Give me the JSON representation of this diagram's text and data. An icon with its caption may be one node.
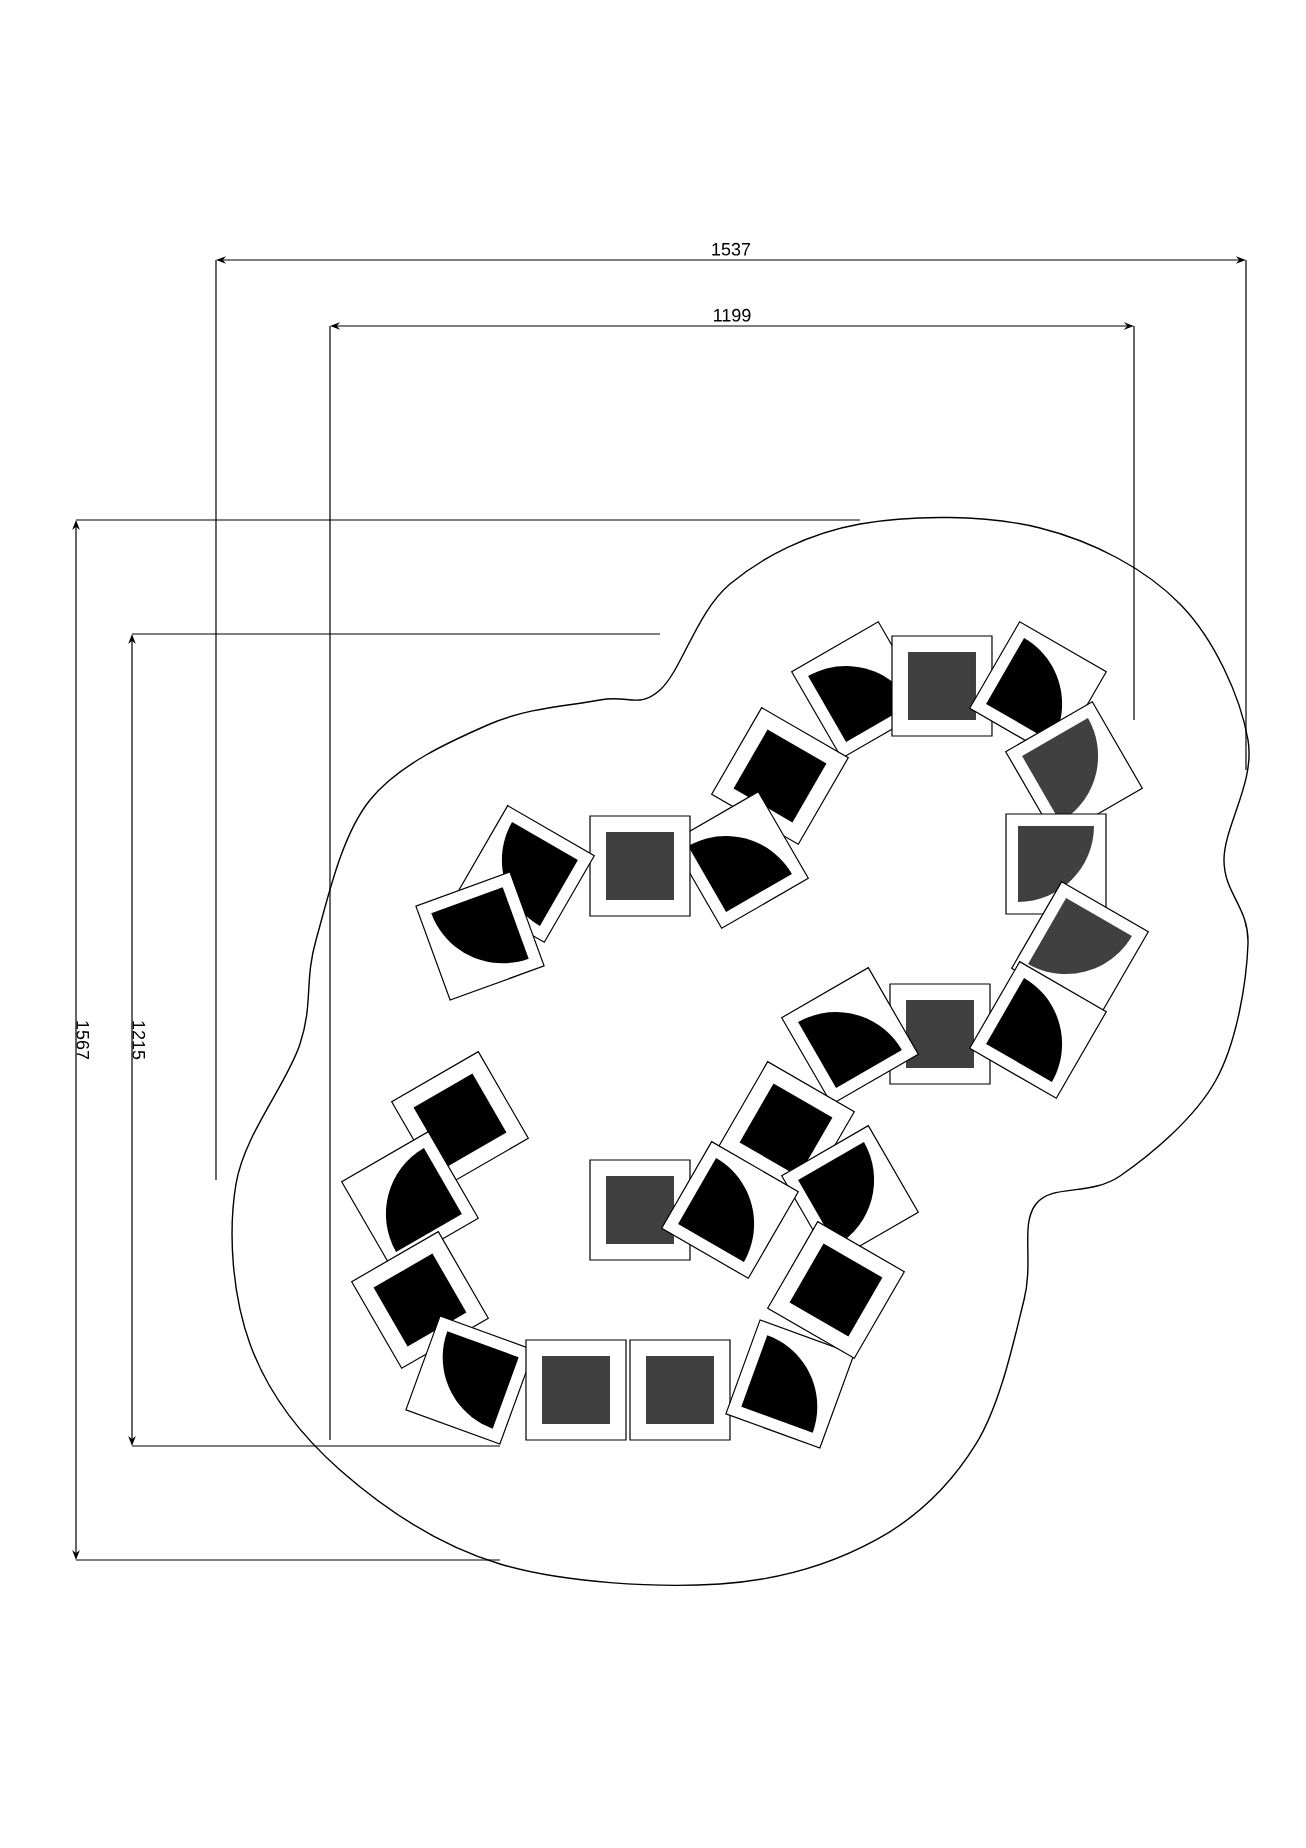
{
  "diagram": {
    "labels": [
      "1537",
      "1199",
      "1567",
      "1215"
    ]
  }
}
